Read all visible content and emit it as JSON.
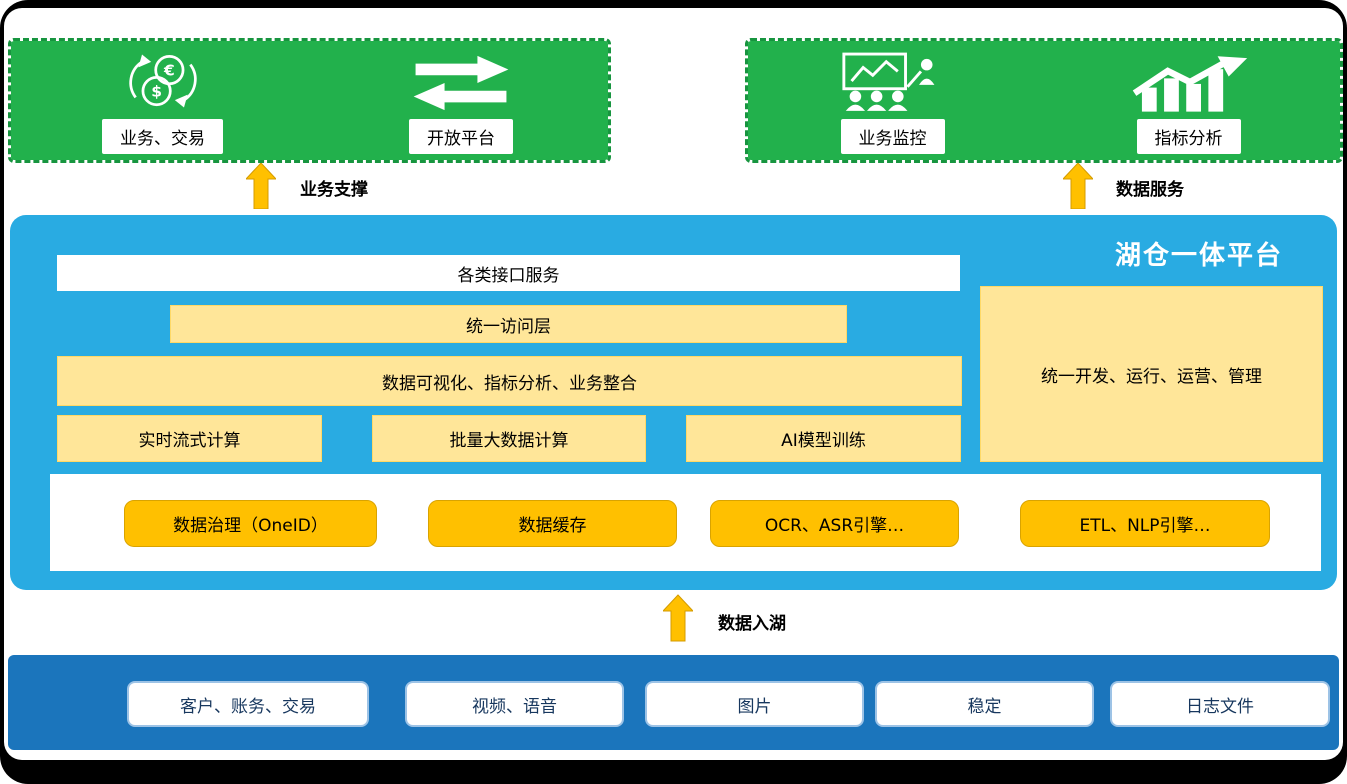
{
  "top": {
    "left_group": {
      "items": [
        {
          "label": "业务、交易",
          "icon": "currency-exchange-icon"
        },
        {
          "label": "开放平台",
          "icon": "transfer-arrows-icon"
        }
      ]
    },
    "right_group": {
      "items": [
        {
          "label": "业务监控",
          "icon": "monitoring-icon"
        },
        {
          "label": "指标分析",
          "icon": "analytics-icon"
        }
      ]
    }
  },
  "arrows": {
    "business_support": "业务支撑",
    "data_service": "数据服务",
    "data_ingest": "数据入湖"
  },
  "platform": {
    "title": "湖仓一体平台",
    "interface_services": "各类接口服务",
    "unified_access": "统一访问层",
    "visualization": "数据可视化、指标分析、业务整合",
    "compute": [
      "实时流式计算",
      "批量大数据计算",
      "AI模型训练"
    ],
    "management": "统一开发、运行、运营、管理",
    "engines": [
      "数据治理（OneID）",
      "数据缓存",
      "OCR、ASR引擎…",
      "ETL、NLP引擎…"
    ]
  },
  "sources": [
    "客户、账务、交易",
    "视频、语音",
    "图片",
    "稳定",
    "日志文件"
  ],
  "colors": {
    "green": "#22b14c",
    "platform_blue": "#29abe2",
    "light_yellow": "#ffe699",
    "gold": "#ffc000",
    "dark_blue": "#1b75bc"
  }
}
